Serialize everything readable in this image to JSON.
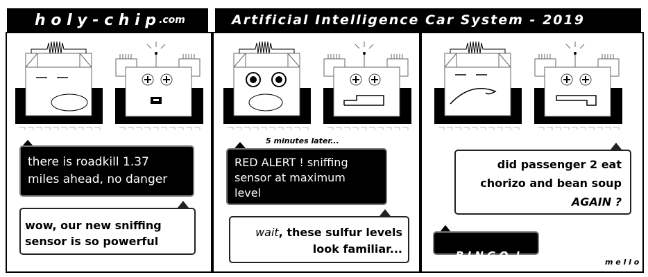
{
  "header": {
    "site_name": "h o l y - c h i p",
    "site_tld": ".com",
    "title": "Artificial Intelligence Car System - 2019"
  },
  "panels": [
    {
      "bubbles": [
        {
          "speaker": "left",
          "lines": [
            "there is roadkill 1.37",
            "miles ahead, no danger"
          ]
        },
        {
          "speaker": "right",
          "lines": [
            "wow, our new sniffing",
            "sensor is so powerful"
          ]
        }
      ]
    },
    {
      "caption": "5 minutes later...",
      "bubbles": [
        {
          "speaker": "left",
          "lines": [
            "RED ALERT ! sniffing",
            "sensor at maximum",
            "level"
          ]
        },
        {
          "speaker": "right",
          "emphasis": "wait",
          "rest": ", these sulfur levels",
          "line2": "look familiar..."
        }
      ]
    },
    {
      "bubbles": [
        {
          "speaker": "right",
          "lines": [
            "did passenger 2 eat",
            "chorizo and bean soup",
            "AGAIN ?"
          ]
        },
        {
          "speaker": "left",
          "lines": [
            "B I N G O  !"
          ]
        }
      ],
      "signature": "m e l l o"
    }
  ]
}
